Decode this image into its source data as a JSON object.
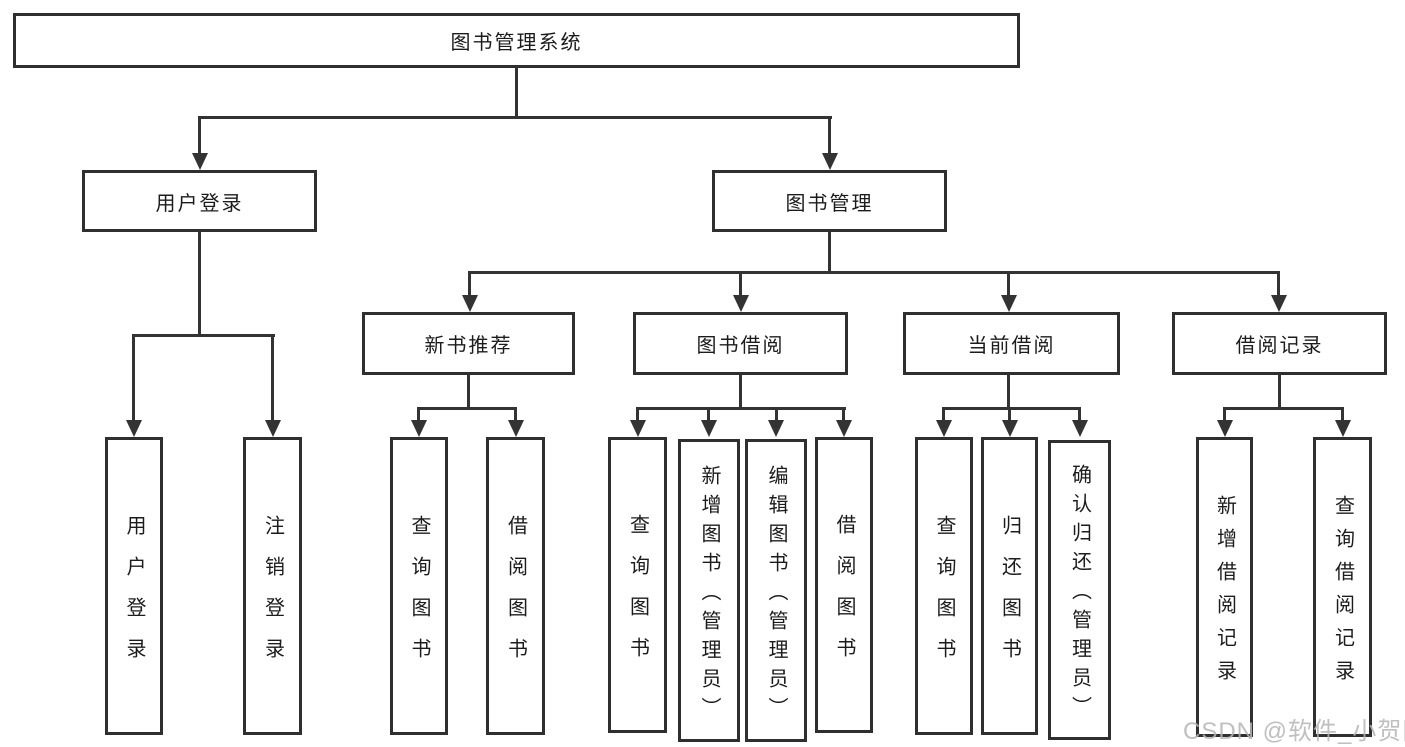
{
  "tree": {
    "label": "图书管理系统",
    "children": [
      {
        "label": "用户登录",
        "children": [
          {
            "label": "用户登录"
          },
          {
            "label": "注销登录"
          }
        ]
      },
      {
        "label": "图书管理",
        "children": [
          {
            "label": "新书推荐",
            "children": [
              {
                "label": "查询图书"
              },
              {
                "label": "借阅图书"
              }
            ]
          },
          {
            "label": "图书借阅",
            "children": [
              {
                "label": "查询图书"
              },
              {
                "label": "新增图书（管理员）"
              },
              {
                "label": "编辑图书（管理员）"
              },
              {
                "label": "借阅图书"
              }
            ]
          },
          {
            "label": "当前借阅",
            "children": [
              {
                "label": "查询图书"
              },
              {
                "label": "归还图书"
              },
              {
                "label": "确认归还（管理员）"
              }
            ]
          },
          {
            "label": "借阅记录",
            "children": [
              {
                "label": "新增借阅记录"
              },
              {
                "label": "查询借阅记录"
              }
            ]
          }
        ]
      }
    ]
  },
  "watermark": {
    "text": "CSDN @软件_小贺同学"
  },
  "colors": {
    "line": "#333333",
    "box_border": "#2f2f2f",
    "text": "#1c1c1c",
    "background": "#ffffff",
    "watermark": "#b5b5b5"
  }
}
